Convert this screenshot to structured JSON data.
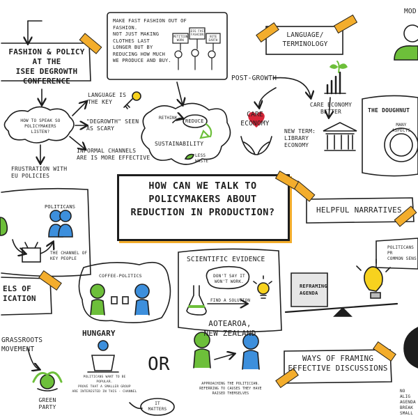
{
  "title_box": {
    "text": "HOW CAN WE TALK TO\nPOLICYMAKERS ABOUT\nREDUCTION IN PRODUCTION?"
  },
  "fashion_policy": {
    "heading": "FASHION & POLICY AT THE\nISEE DEGROWTH\nCONFERENCE",
    "question": "HOW TO SPEAK SO\nPOLICYMAKERS\nLISTEN?",
    "language_key": "LANGUAGE IS\nTHE KEY",
    "degrowth_scary": "\"DEGROWTH\" SEEN\nAS SCARY",
    "informal_channels": "INFORMAL CHANNELS\nARE IS MORE EFFECTIVE",
    "frustration": "FRUSTRATION WITH\nEU POLICIES"
  },
  "fast_fashion": {
    "text": "MAKE FAST FASHION OUT OF\nFASHION.\nNOT JUST MAKING\nCLOTHES LAST\nLONGER BUT BY\nREDUCING HOW MUCH\nWE PRODUCE AND BUY.",
    "signs": [
      "PETITION\nWORK",
      "LESS FAST\nFASHION",
      "VOTE\nEARTH"
    ]
  },
  "sustainability": {
    "rethink": "RETHINK",
    "reduce": "REDUCE",
    "label": "SUSTAINABILITY",
    "less_waste": "LESS\nWASTE"
  },
  "language_terminology": {
    "heading": "LANGUAGE/\nTERMINOLOGY",
    "post_growth": "POST-GROWTH",
    "care_economy": "CARE\nECONOMY",
    "care_economy_better": "CARE ECONOMY\nBETTER",
    "new_terms": "NEW TERM:\nLIBRARY\nECONOMY"
  },
  "top_right": {
    "partial_heading": "MOD"
  },
  "doughnut": {
    "heading": "THE DOUGHNUT",
    "aspects": "MANY\nASPECTS"
  },
  "helpful_narratives": {
    "heading": "HELPFUL NARRATIVES",
    "politicians_text": "POLITICANS PR\nCOMMON SENS"
  },
  "channels": {
    "politicians": "POLITICANS",
    "channel_key": "THE CHANNEL OF\nKEY PEOPLE",
    "heading": "ELS OF\nICATION"
  },
  "coffee_politics": {
    "label": "COFFEE-POLITICS"
  },
  "scientific_evidence": {
    "heading": "SCIENTIFIC EVIDENCE",
    "dont_say": "DON'T SAY IT\nWON'T WORK.",
    "find_solution": "FIND A SOLUTION"
  },
  "reframing": {
    "label": "REFRAMING\nAGENDA"
  },
  "grassroots": {
    "heading": "GRASSROOTS\nMOVEMENT",
    "green_party": "GREEN\nPARTY"
  },
  "hungary": {
    "heading": "HUNGARY",
    "caption": "POLITICANS WANT TO BE\nPOPULAR.\nPROVE THAT A SMALLER GROUP\nARE INTERESTED IN THIS - CHANNEL",
    "it_matters": "IT\nMATTERS"
  },
  "or_text": "OR",
  "aotearoa": {
    "heading": "AOTEAROA,\nNEW ZEALAND",
    "caption": "APPROACHING THE POLITICIAN.\nREFERRING TO CAUSES THEY HAVE\nRAISED THEMSELVES"
  },
  "ways_framing": {
    "heading": "WAYS OF FRAMING\nEFFECTIVE DISCUSSIONS"
  },
  "bottom_right": {
    "text": "NO ALIG\nAGENDA\nBREAK\nSMALL"
  },
  "colors": {
    "tape": "#f3ad2c",
    "figure_green": "#6dbf3a",
    "figure_blue": "#3d8fdc",
    "bulb_yellow": "#f7d21e",
    "care_red": "#d72638"
  }
}
